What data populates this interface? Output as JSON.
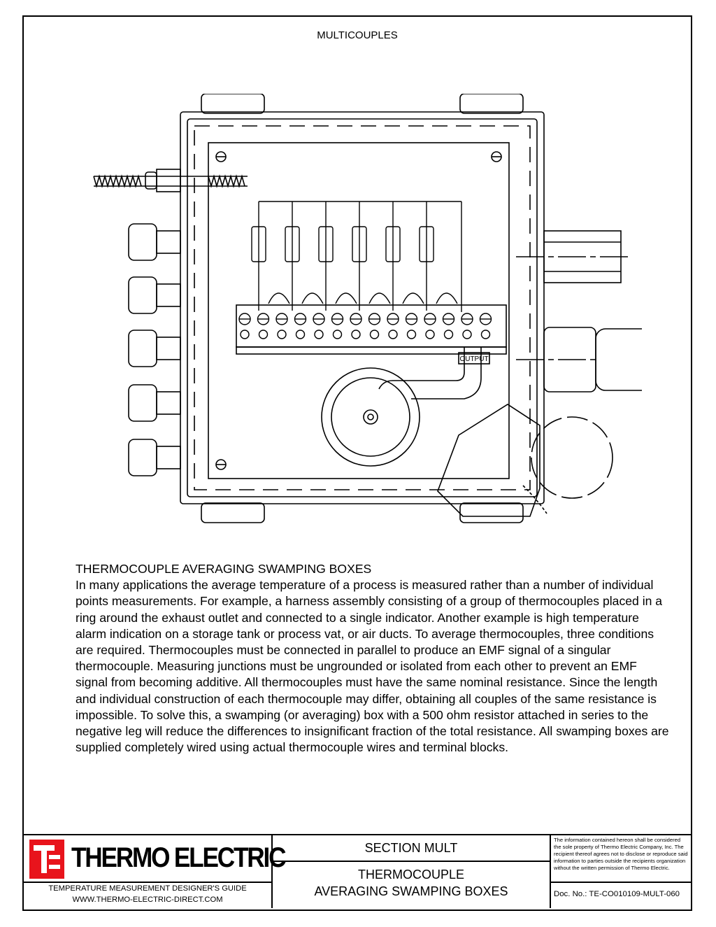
{
  "page": {
    "header": "MULTICOUPLES"
  },
  "drawing": {
    "output_label": "OUTPUT"
  },
  "article": {
    "title": "THERMOCOUPLE AVERAGING SWAMPING BOXES",
    "paragraph": "In many applications the average temperature of a process is measured rather than a number of individual points measurements. For example, a harness assembly consisting of a group of thermocouples placed in a ring around the exhaust outlet and connected to a single indicator. Another example is high temperature alarm indication on a storage tank or process vat, or air ducts. To average thermocouples, three conditions are required. Thermocouples must be connected in parallel to produce an EMF signal of a singular thermocouple. Measuring junctions must be ungrounded or isolated from each other to prevent an EMF signal from becoming additive. All thermocouples must have the same nominal resistance. Since the length and individual construction of each thermocouple may differ, obtaining all couples of the same resistance is impossible. To solve this, a swamping (or averaging) box with a 500 ohm resistor attached in series to the negative leg will reduce the differences to insignificant fraction of the total resistance. All swamping boxes are supplied completely wired using actual thermocouple wires and terminal blocks."
  },
  "title_block": {
    "logo_letters": "TE",
    "company": "THERMO ELECTRIC",
    "tagline": "TEMPERATURE MEASUREMENT DESIGNER'S GUIDE",
    "website": "WWW.THERMO-ELECTRIC-DIRECT.COM",
    "section": "SECTION MULT",
    "doc_title_line1": "THERMOCOUPLE",
    "doc_title_line2": "AVERAGING SWAMPING BOXES",
    "disclaimer": "The information contained hereon shall be considered the sole property of Thermo Electric Company, Inc. The recipient thereof agrees not to disclose or reproduce said information to parties outside the recipients organization without the written permission of Thermo Electric.",
    "doc_no": "Doc. No.: TE-CO010109-MULT-060"
  },
  "colors": {
    "brand_red": "#e8141c",
    "ink": "#000000"
  }
}
